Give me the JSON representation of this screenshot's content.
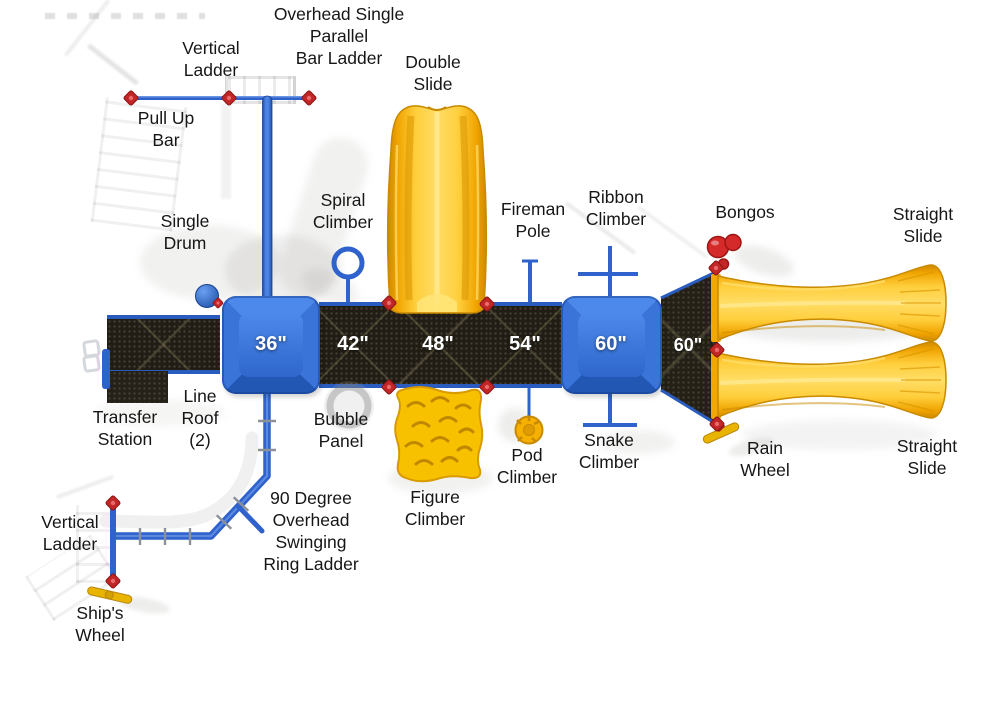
{
  "diagram_labels": {
    "overhead_ladder": "Overhead Single\nParallel\nBar Ladder",
    "vertical_ladder_top": "Vertical\nLadder",
    "double_slide": "Double\nSlide",
    "pull_up_bar": "Pull Up\nBar",
    "single_drum": "Single\nDrum",
    "spiral_climber": "Spiral\nClimber",
    "fireman_pole": "Fireman\nPole",
    "ribbon_climber": "Ribbon\nClimber",
    "bongos": "Bongos",
    "straight_slide_top": "Straight\nSlide",
    "transfer_station": "Transfer\nStation",
    "line_roof": "Line\nRoof\n(2)",
    "bubble_panel": "Bubble\nPanel",
    "figure_climber": "Figure\nClimber",
    "pod_climber": "Pod\nClimber",
    "snake_climber": "Snake\nClimber",
    "rain_wheel": "Rain\nWheel",
    "straight_slide_bottom": "Straight\nSlide",
    "ring_ladder": "90 Degree\nOverhead\nSwinging\nRing Ladder",
    "vertical_ladder_bottom": "Vertical\nLadder",
    "ships_wheel": "Ship's\nWheel"
  },
  "decks": [
    {
      "size": "36\""
    },
    {
      "size": "42\""
    },
    {
      "size": "48\""
    },
    {
      "size": "54\""
    },
    {
      "size": "60\""
    },
    {
      "size": "60\""
    }
  ],
  "colors": {
    "background": "#ffffff",
    "deck_roof_blue": "#2f67cc",
    "pipe_blue": "#2f62cc",
    "panel_dark": "#211d14",
    "slide_yellow": "#ffce3c",
    "connector_red": "#c22626",
    "label_text": "#161616",
    "deck_size_text": "#ffffff"
  }
}
